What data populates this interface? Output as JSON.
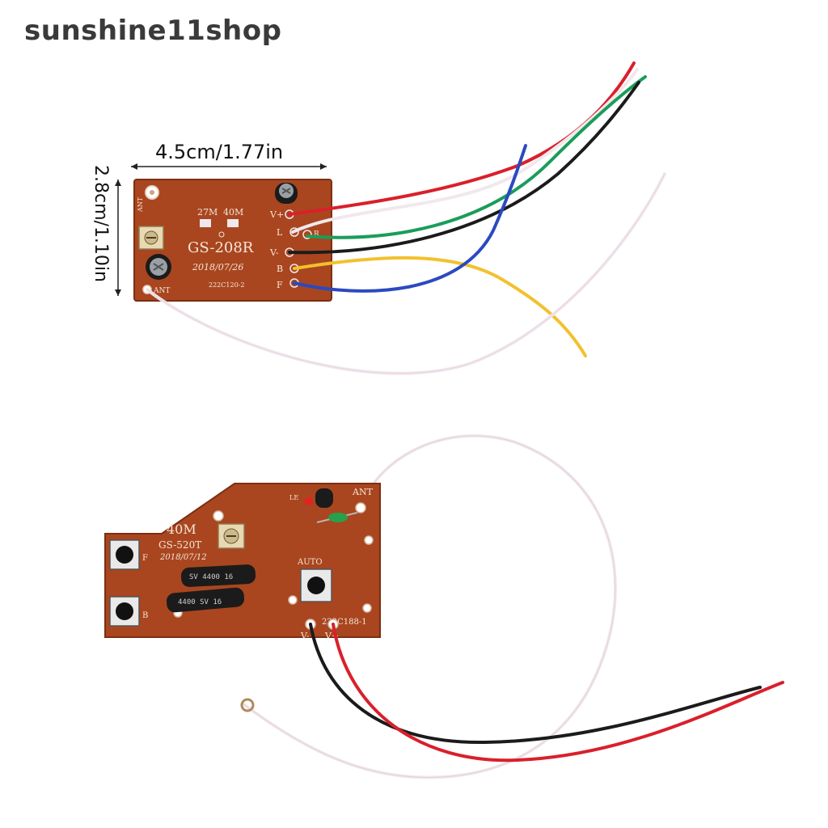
{
  "watermark": {
    "shop_name": "sunshine11shop"
  },
  "receiver_board": {
    "width_label": "4.5cm/1.77in",
    "height_label": "2.8cm/1.10in",
    "model": "GS-208R",
    "freq_a": "27M",
    "freq_b": "40M",
    "date": "2018/07/26",
    "serial": "222C120-2",
    "ant_label": "ANT",
    "pins": [
      "V+",
      "L",
      "V-",
      "B",
      "F"
    ],
    "pin_r": "R",
    "colors": {
      "board": "#a9461f",
      "red": "#d9202b",
      "green": "#1a9d5a",
      "black": "#1b1b1b",
      "yellow": "#f2c12e",
      "blue": "#2b49c0",
      "white": "#f1e8ee"
    }
  },
  "transmitter_board": {
    "freq": "40M",
    "model": "GS-520T",
    "date": "2018/07/12",
    "serial": "222C188-1",
    "auto_label": "AUTO",
    "ant_label": "ANT",
    "led_label": "LE",
    "btn_f": "F",
    "btn_b": "B",
    "v_minus": "V-",
    "v_plus": "V+",
    "cap_text_1": "SV 4400 16",
    "cap_text_2": "4400 SV 16"
  }
}
